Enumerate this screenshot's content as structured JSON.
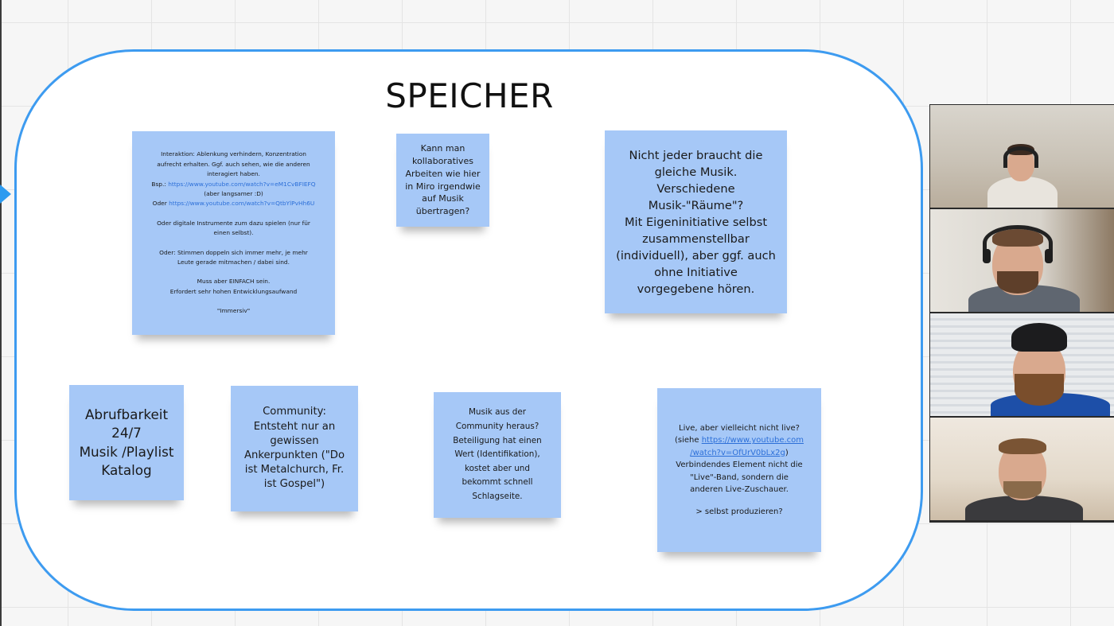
{
  "board": {
    "title": "SPEICHER",
    "frame_border_color": "#3d9bf0",
    "sticky_color": "#a6c8f7"
  },
  "stickies": [
    {
      "lines": [
        "Interaktion: Ablenkung verhindern, Konzentration",
        "aufrecht erhalten. Ggf. auch sehen, wie die anderen",
        "interagiert haben.",
        "Bsp.: https://www.youtube.com/watch?v=eM1CvBFIEFQ",
        "(aber langsamer :D)",
        "Oder https://www.youtube.com/watch?v=QtbYlPvHh6U",
        "",
        "Oder digitale Instrumente zum dazu spielen (nur für",
        "einen selbst).",
        "",
        "Oder: Stimmen doppeln sich immer mehr, je mehr",
        "Leute gerade mitmachen / dabei sind.",
        "",
        "Muss aber EINFACH sein.",
        "Erfordert sehr hohen Entwicklungsaufwand",
        "",
        "\"Immersiv\""
      ]
    },
    {
      "lines": [
        "Kann man",
        "kollaboratives",
        "Arbeiten wie hier",
        "in Miro irgendwie",
        "auf Musik",
        "übertragen?"
      ]
    },
    {
      "lines": [
        "Nicht jeder braucht die",
        "gleiche Musik.",
        "Verschiedene",
        "Musik-\"Räume\"?",
        "Mit Eigeninitiative selbst",
        "zusammenstellbar",
        "(individuell), aber ggf. auch",
        "ohne Initiative",
        "vorgegebene hören."
      ]
    },
    {
      "lines": [
        "Abrufbarkeit",
        "24/7",
        "Musik /Playlist",
        "Katalog"
      ]
    },
    {
      "lines": [
        "Community:",
        "Entsteht nur an",
        "gewissen",
        "Ankerpunkten (\"Do",
        "ist Metalchurch, Fr.",
        "ist Gospel\")"
      ]
    },
    {
      "lines": [
        "Musik aus der",
        "Community heraus?",
        "Beteiligung hat einen",
        "Wert (Identifikation),",
        "kostet aber und",
        "bekommt schnell",
        "Schlagseite."
      ]
    },
    {
      "lines": [
        "Live, aber vielleicht nicht live?",
        "(siehe https://www.youtube.com",
        "/watch?v=OfUrV0bLx2g)",
        "Verbindendes Element nicht die",
        "\"Live\"-Band, sondern die",
        "anderen Live-Zuschauer.",
        "",
        "> selbst produzieren?"
      ]
    }
  ],
  "n1_parts": {
    "bsp_prefix": "Bsp.: ",
    "bsp_link": "https://www.youtube.com/watch?v=eM1CvBFIEFQ",
    "oder_prefix": "Oder ",
    "oder_link": "https://www.youtube.com/watch?v=QtbYlPvHh6U"
  },
  "n7_parts": {
    "siehe_prefix": "(siehe ",
    "link_part1": "https://www.youtube.com",
    "link_part2": "/watch?v=OfUrV0bLx2g",
    "suffix": ")"
  },
  "video_call": {
    "participants": [
      {
        "shirt_color": "#e8e4dd",
        "hair_color": "#3b2a20"
      },
      {
        "shirt_color": "#5f6670",
        "hair_color": "#6b4a33"
      },
      {
        "shirt_color": "#1d4fa8",
        "hair_color": "#1c1c1e"
      },
      {
        "shirt_color": "#3a3a3d",
        "hair_color": "#7a5434"
      }
    ]
  }
}
